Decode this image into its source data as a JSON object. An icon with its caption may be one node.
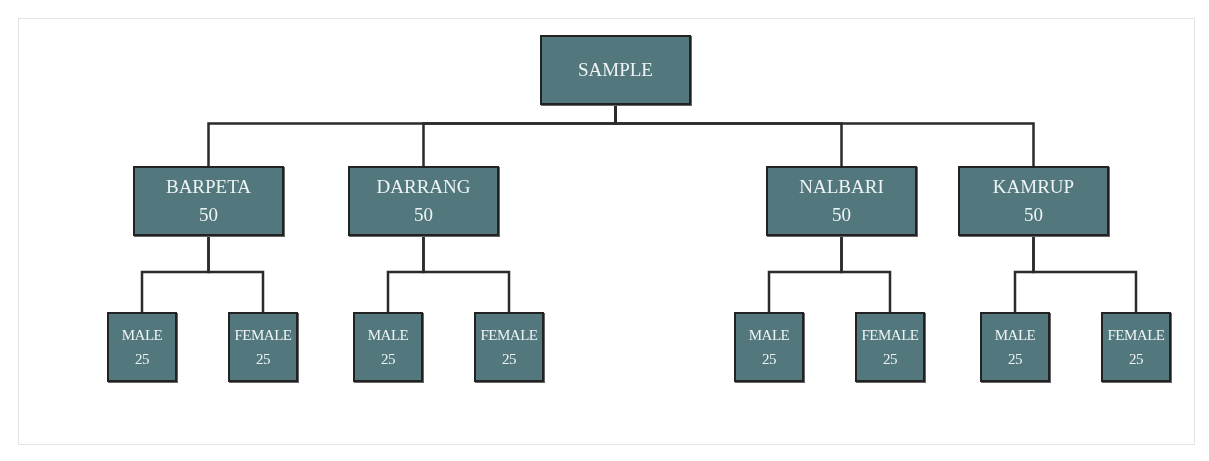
{
  "diagram": {
    "nodes": [
      {
        "text": [
          "SAMPLE"
        ]
      },
      {
        "text": [
          "BARPETA",
          "50"
        ]
      },
      {
        "text": [
          "DARRANG",
          "50"
        ]
      },
      {
        "text": [
          "NALBARI",
          "50"
        ]
      },
      {
        "text": [
          "KAMRUP",
          "50"
        ]
      },
      {
        "text": [
          "MALE",
          "25"
        ]
      },
      {
        "text": [
          "FEMALE",
          "25"
        ]
      },
      {
        "text": [
          "MALE",
          "25"
        ]
      },
      {
        "text": [
          "FEMALE",
          "25"
        ]
      },
      {
        "text": [
          "MALE",
          "25"
        ]
      },
      {
        "text": [
          "FEMALE",
          "25"
        ]
      },
      {
        "text": [
          "MALE",
          "25"
        ]
      },
      {
        "text": [
          "FEMALE",
          "25"
        ]
      }
    ],
    "edges": [
      {
        "from": 0,
        "to": 1,
        "arrow": "none"
      },
      {
        "from": 0,
        "to": 2,
        "arrow": "none"
      },
      {
        "from": 0,
        "to": 3,
        "arrow": "none"
      },
      {
        "from": 0,
        "to": 4,
        "arrow": "none"
      },
      {
        "from": 1,
        "to": 5,
        "arrow": "none"
      },
      {
        "from": 1,
        "to": 6,
        "arrow": "none"
      },
      {
        "from": 2,
        "to": 7,
        "arrow": "none"
      },
      {
        "from": 2,
        "to": 8,
        "arrow": "none"
      },
      {
        "from": 3,
        "to": 9,
        "arrow": "none"
      },
      {
        "from": 3,
        "to": 10,
        "arrow": "none"
      },
      {
        "from": 4,
        "to": 11,
        "arrow": "none"
      },
      {
        "from": 4,
        "to": 12,
        "arrow": "none"
      }
    ]
  }
}
